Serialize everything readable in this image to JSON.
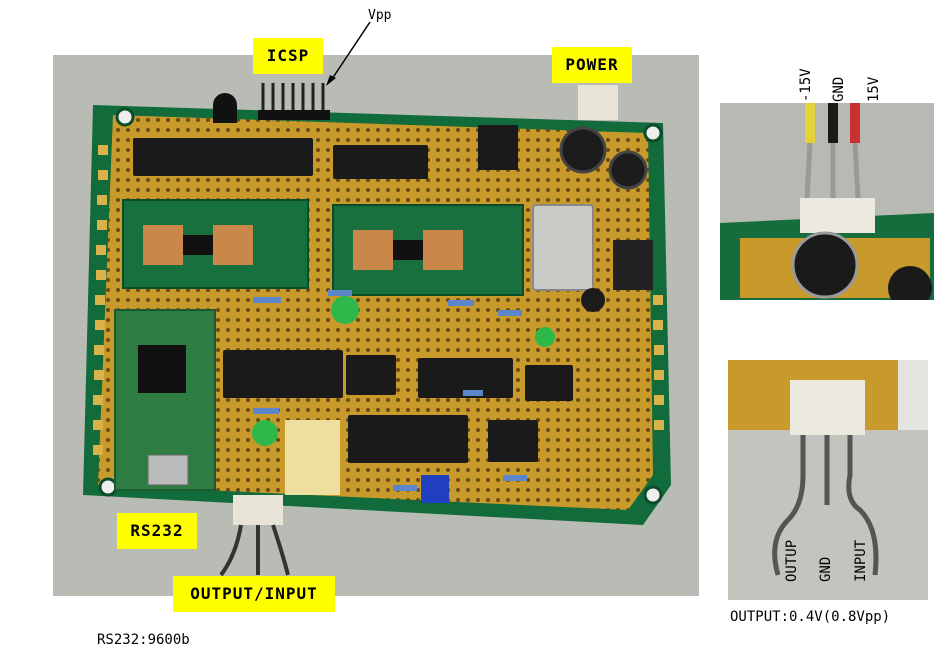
{
  "labels": {
    "icsp": "ICSP",
    "vpp": "Vpp",
    "power": "POWER",
    "rs232": "RS232",
    "output_input": "OUTPUT/INPUT"
  },
  "power_connector": {
    "pin1": "-15V",
    "pin2": "GND",
    "pin3": "15V"
  },
  "output_connector": {
    "pin1": "OUTUP",
    "pin2": "GND",
    "pin3": "INPUT",
    "caption": "OUTPUT:0.4V(0.8Vpp)"
  },
  "footer": {
    "baud": "RS232:9600b"
  },
  "colors": {
    "label_bg": "#ffff00",
    "pcb_green": "#0f6b3a",
    "pad_gold": "#d2a431"
  }
}
